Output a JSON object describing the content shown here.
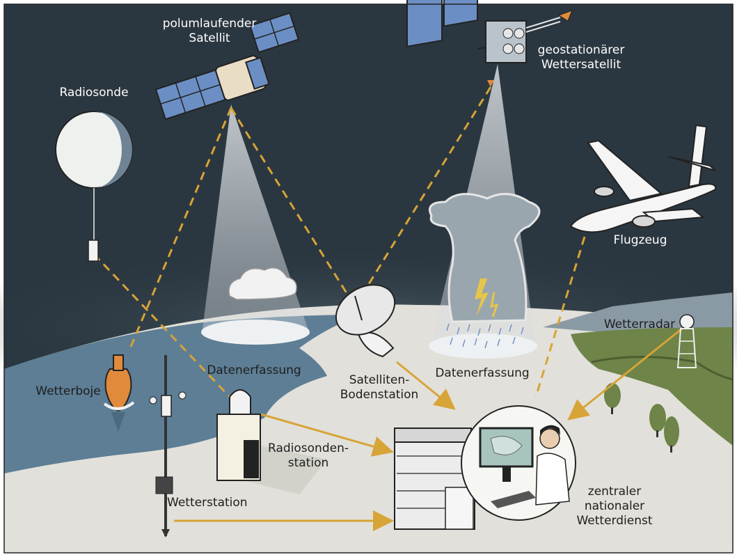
{
  "labels": {
    "polar_satellite": "polumlaufender\nSatellit",
    "geo_satellite": "geostationärer\nWettersatellit",
    "radiosonde": "Radiosonde",
    "aircraft": "Flugzeug",
    "weather_radar": "Wetterradar",
    "weather_buoy": "Wetterboje",
    "data_collection_left": "Datenerfassung",
    "data_collection_right": "Datenerfassung",
    "ground_station": "Satelliten-\nBodenstation",
    "radiosonde_station": "Radiosonden-\nstation",
    "weather_station": "Wetterstation",
    "weather_service": "zentraler\nnationaler\nWetterdienst"
  },
  "colors": {
    "sky": "#2b3740",
    "ground": "#e2e0da",
    "water": "#5d7e95",
    "hills": "#6e8448",
    "beam": "#d8dde2",
    "link_line": "#d7a437",
    "solar_panel": "#6b8fc4"
  },
  "icons": [
    "satellite-icon",
    "balloon-icon",
    "airplane-icon",
    "radar-tower-icon",
    "buoy-icon",
    "dish-antenna-icon",
    "building-icon",
    "monitor-icon",
    "cloud-icon",
    "lightning-icon"
  ]
}
